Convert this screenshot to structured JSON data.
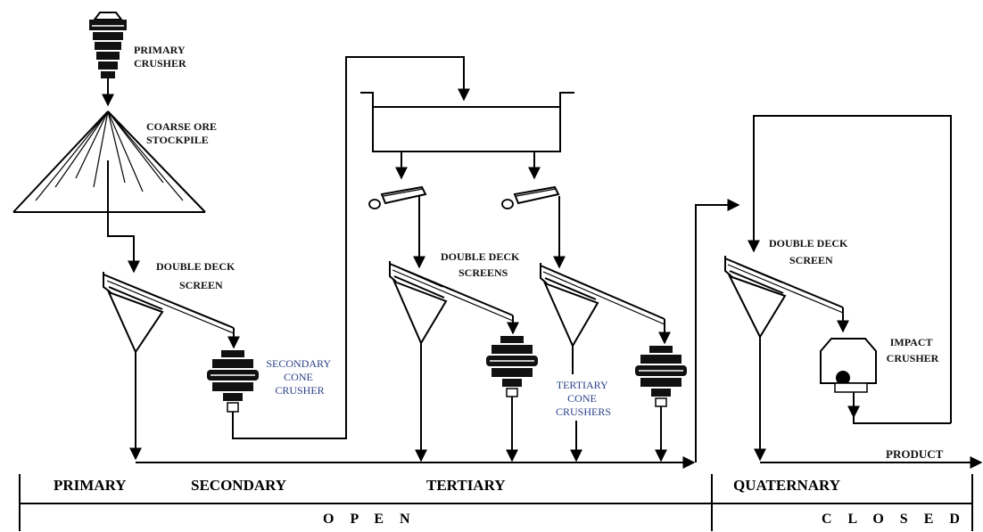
{
  "labels": {
    "primary_crusher": [
      "PRIMARY",
      "CRUSHER"
    ],
    "stockpile": [
      "COARSE ORE",
      "STOCKPILE"
    ],
    "screen1": [
      "DOUBLE DECK",
      "SCREEN"
    ],
    "secondary_crusher": [
      "SECONDARY",
      "CONE",
      "CRUSHER"
    ],
    "screens_tertiary": [
      "DOUBLE DECK",
      "SCREENS"
    ],
    "tertiary_crushers": [
      "TERTIARY",
      "CONE",
      "CRUSHERS"
    ],
    "screen4": [
      "DOUBLE DECK",
      "SCREEN"
    ],
    "impact_crusher": [
      "IMPACT",
      "CRUSHER"
    ],
    "product": "PRODUCT"
  },
  "stages": {
    "primary": "PRIMARY",
    "secondary": "SECONDARY",
    "tertiary": "TERTIARY",
    "quaternary": "QUATERNARY"
  },
  "circuit": {
    "open": "O P E N",
    "closed": "C L O S E D"
  },
  "colors": {
    "line": "#000000",
    "crusher_label": "#2a3f86"
  }
}
